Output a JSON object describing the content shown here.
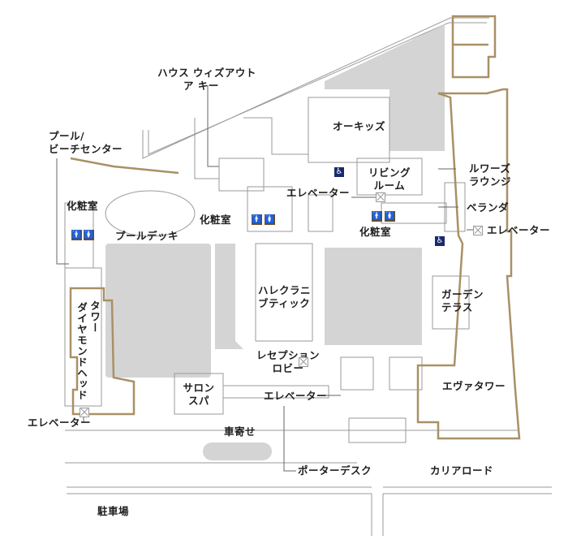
{
  "labels": {
    "house_without_key_1": "ハウス ウィズアウト",
    "house_without_key_2": "ア キー",
    "orchids": "オーキッズ",
    "pool_beach_center_1": "プール/",
    "pool_beach_center_2": "ビーチセンター",
    "living_room_1": "リビング",
    "living_room_2": "ルーム",
    "lewers_lounge_1": "ルワーズ",
    "lewers_lounge_2": "ラウンジ",
    "elevator_center": "エレベーター",
    "veranda": "ベランダ",
    "restroom_left": "化粧室",
    "restroom_center": "化粧室",
    "restroom_right": "化粧室",
    "elevator_right": "エレベーター",
    "pool_deck": "プールデッキ",
    "halekulani_boutique_1": "ハレクラニ",
    "halekulani_boutique_2": "ブティック",
    "garden_terrace_1": "ガーデン",
    "garden_terrace_2": "テラス",
    "diamond_head_tower_1": "ダイヤモンドヘッド",
    "diamond_head_tower_2": "タワー",
    "reception_lobby_1": "レセプション",
    "reception_lobby_2": "ロビー",
    "salon_spa_1": "サロン",
    "salon_spa_2": "スパ",
    "elevator_lobby": "エレベーター",
    "ewa_tower": "エヴァタワー",
    "elevator_left": "エレベーター",
    "porte_cochere": "車寄せ",
    "porter_desk": "ポーターデスク",
    "kalia_road": "カリアロード",
    "parking": "駐車場"
  },
  "icons": {
    "restroom_male": "🚹",
    "restroom_female": "🚺",
    "accessible": "♿"
  },
  "colors": {
    "building_outline": "#a99066",
    "block_fill": "#d4d4d4",
    "line": "#8a8a8a"
  }
}
